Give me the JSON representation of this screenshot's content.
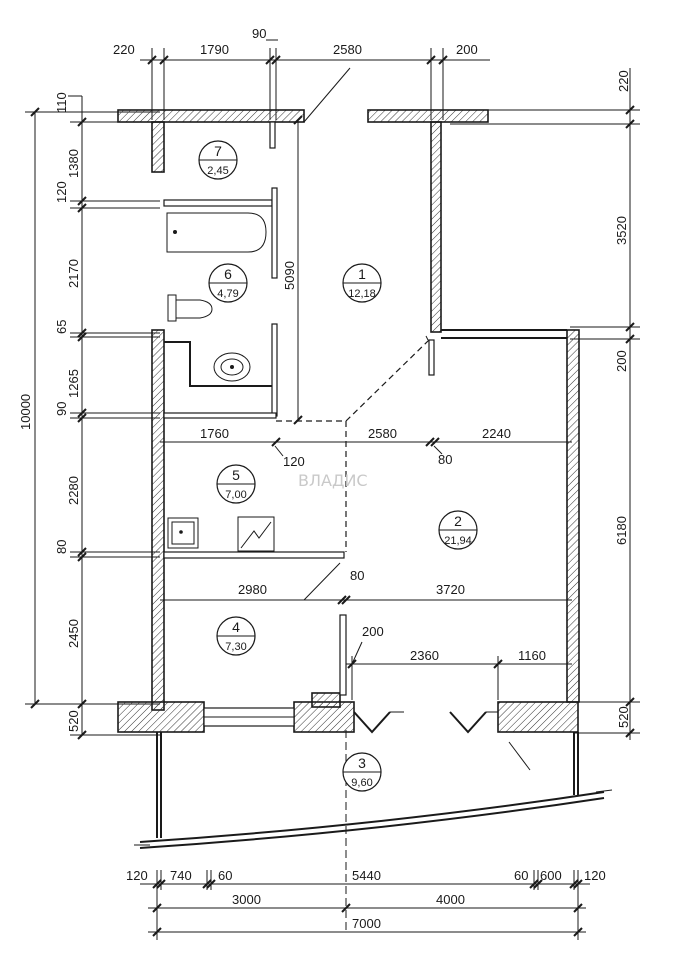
{
  "top_dims": [
    "220",
    "1790",
    "90",
    "2580",
    "200"
  ],
  "right_dims": [
    "220",
    "3520",
    "200",
    "6180",
    "520"
  ],
  "left_dims": [
    "110",
    "1380",
    "120",
    "2170",
    "65",
    "1265",
    "90",
    "2280",
    "80",
    "2450",
    "520"
  ],
  "left_total": "10000",
  "inner_dims": {
    "d5090": "5090",
    "d1760": "1760",
    "d120": "120",
    "d2580": "2580",
    "d80a": "80",
    "d2240": "2240",
    "d2980": "2980",
    "d80b": "80",
    "d3720": "3720",
    "d200": "200",
    "d2360": "2360",
    "d1160": "1160"
  },
  "bottom_dims": [
    "120",
    "740",
    "60",
    "5440",
    "60",
    "600",
    "120"
  ],
  "bottom_dims2": [
    "3000",
    "4000"
  ],
  "bottom_total": "7000",
  "rooms": [
    {
      "num": "1",
      "area": "12,18"
    },
    {
      "num": "2",
      "area": "21,94"
    },
    {
      "num": "3",
      "area": "9,60"
    },
    {
      "num": "4",
      "area": "7,30"
    },
    {
      "num": "5",
      "area": "7,00"
    },
    {
      "num": "6",
      "area": "4,79"
    },
    {
      "num": "7",
      "area": "2,45"
    }
  ],
  "watermark": "ВЛАДИС"
}
